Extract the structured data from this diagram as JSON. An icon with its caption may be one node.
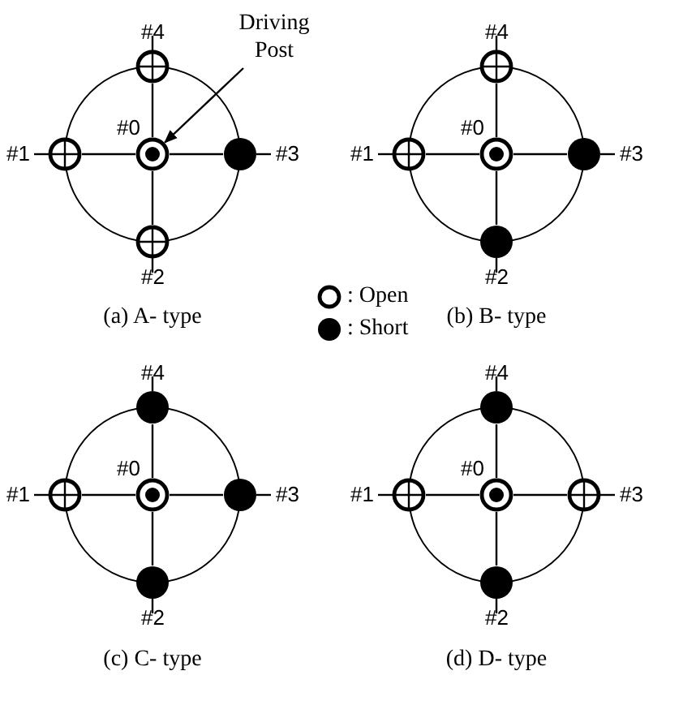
{
  "diagram": {
    "nodes": [
      {
        "text": [],
        "shape": "circle",
        "beside": [
          "#4"
        ]
      },
      {
        "text": [
          "Driving Post"
        ]
      },
      {
        "text": [],
        "shape": "circle",
        "beside": [
          "#1"
        ]
      },
      {
        "text": [],
        "shape": "bullseye",
        "beside": [
          "#0"
        ]
      },
      {
        "text": [],
        "shape": "disc",
        "beside": [
          "#3"
        ]
      },
      {
        "text": [],
        "shape": "circle",
        "beside": [
          "#2"
        ]
      },
      {
        "text": [],
        "shape": "circle",
        "beside": [
          "#4"
        ]
      },
      {
        "text": [],
        "shape": "circle",
        "beside": [
          "#1"
        ]
      },
      {
        "text": [],
        "shape": "bullseye",
        "beside": [
          "#0"
        ]
      },
      {
        "text": [],
        "shape": "disc",
        "beside": [
          "#3"
        ]
      },
      {
        "text": [],
        "shape": "disc",
        "beside": [
          "#2"
        ]
      },
      {
        "text": [],
        "shape": "disc",
        "beside": [
          "#4"
        ]
      },
      {
        "text": [],
        "shape": "circle",
        "beside": [
          "#1"
        ]
      },
      {
        "text": [],
        "shape": "bullseye",
        "beside": [
          "#0"
        ]
      },
      {
        "text": [],
        "shape": "disc",
        "beside": [
          "#3"
        ]
      },
      {
        "text": [],
        "shape": "disc",
        "beside": [
          "#2"
        ]
      },
      {
        "text": [],
        "shape": "disc",
        "beside": [
          "#4"
        ]
      },
      {
        "text": [],
        "shape": "circle",
        "beside": [
          "#1"
        ]
      },
      {
        "text": [],
        "shape": "bullseye",
        "beside": [
          "#0"
        ]
      },
      {
        "text": [],
        "shape": "circle",
        "beside": [
          "#3"
        ]
      },
      {
        "text": [],
        "shape": "disc",
        "beside": [
          "#2"
        ]
      }
    ],
    "edges": [
      {
        "from": 3,
        "to": 0,
        "arrow": "none"
      },
      {
        "from": 3,
        "to": 2,
        "arrow": "none"
      },
      {
        "from": 3,
        "to": 4,
        "arrow": "none"
      },
      {
        "from": 3,
        "to": 5,
        "arrow": "none"
      },
      {
        "from": 1,
        "to": 3,
        "arrow": "to"
      },
      {
        "from": 8,
        "to": 6,
        "arrow": "none"
      },
      {
        "from": 8,
        "to": 7,
        "arrow": "none"
      },
      {
        "from": 8,
        "to": 9,
        "arrow": "none"
      },
      {
        "from": 8,
        "to": 10,
        "arrow": "none"
      },
      {
        "from": 13,
        "to": 11,
        "arrow": "none"
      },
      {
        "from": 13,
        "to": 12,
        "arrow": "none"
      },
      {
        "from": 13,
        "to": 14,
        "arrow": "none"
      },
      {
        "from": 13,
        "to": 15,
        "arrow": "none"
      },
      {
        "from": 18,
        "to": 16,
        "arrow": "none"
      },
      {
        "from": 18,
        "to": 17,
        "arrow": "none"
      },
      {
        "from": 18,
        "to": 19,
        "arrow": "none"
      },
      {
        "from": 18,
        "to": 20,
        "arrow": "none"
      }
    ],
    "labels": [
      "(a) A- type",
      "(b) B- type",
      "(c) C- type",
      "(d) D- type"
    ],
    "legend": [
      {
        "text": ": Open"
      },
      {
        "text": ": Short"
      }
    ]
  }
}
